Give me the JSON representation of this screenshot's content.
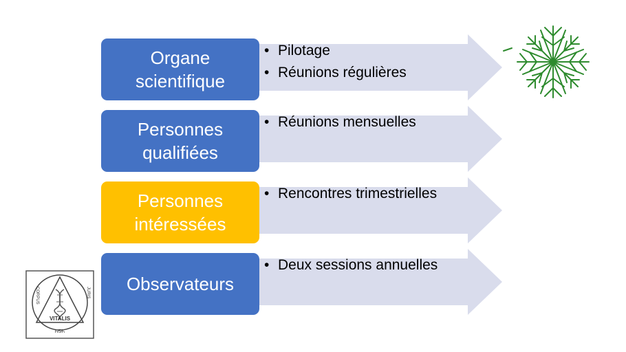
{
  "rows": [
    {
      "title": "Organe scientifique",
      "color": "#4472c4",
      "bullets": [
        "Pilotage",
        "Réunions régulières"
      ]
    },
    {
      "title": "Personnes qualifiées",
      "color": "#4472c4",
      "bullets": [
        "Réunions mensuelles"
      ]
    },
    {
      "title": "Personnes intéressées",
      "color": "#ffc000",
      "bullets": [
        "Rencontres trimestrielles"
      ]
    },
    {
      "title": "Observateurs",
      "color": "#4472c4",
      "bullets": [
        "Deux sessions annuelles"
      ]
    }
  ],
  "arrow_color": "#d9dcec",
  "logos": {
    "tree_icon": "green-tree-logo-icon",
    "seal": {
      "top_left_text": "CORPUS",
      "top_right_text": "JURIS",
      "bottom_text": "VITALIS",
      "footer_text": "ᏂᏫᏂ"
    }
  }
}
